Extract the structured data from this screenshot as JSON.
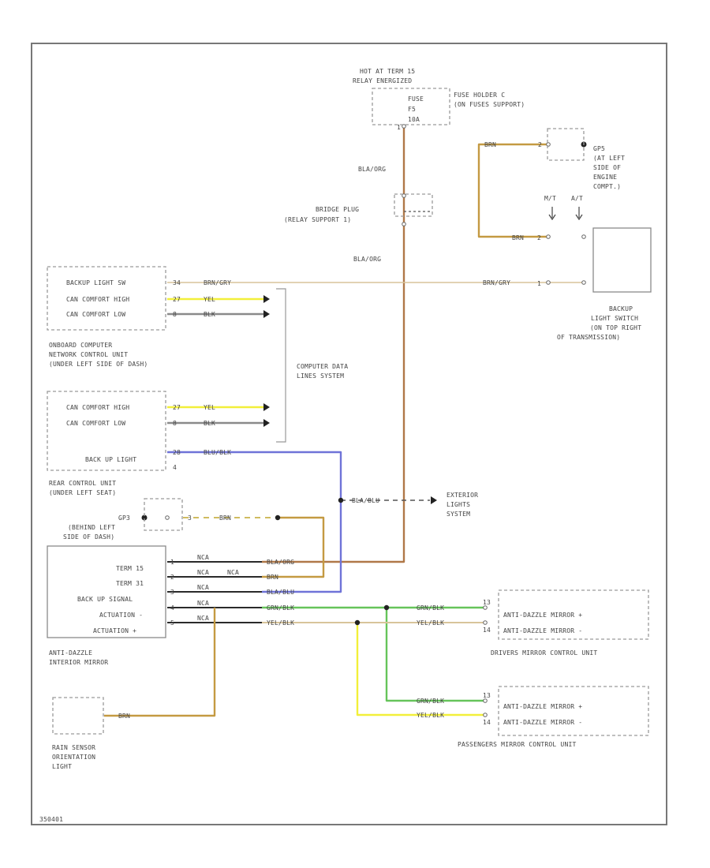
{
  "diagram": {
    "doc_id": "350401",
    "colors": {
      "brown_orange": "#b07848",
      "brown": "#c49a42",
      "tan": "#d8c49a",
      "yellow": "#f2ef3a",
      "blue": "#6f73d8",
      "green": "#66c45a",
      "black": "#2a2a2a",
      "grey": "#8a8a8a"
    },
    "fuse": {
      "title_line1": "HOT AT TERM 15",
      "title_line2": "RELAY ENERGIZED",
      "inner": [
        "FUSE",
        "F5",
        "10A"
      ],
      "holder": [
        "FUSE HOLDER C",
        "(ON FUSES SUPPORT)"
      ]
    },
    "wire_labels": {
      "bla_org_1": "BLA/ORG",
      "bla_org_2": "BLA/ORG",
      "brn_top": "BRN",
      "brn_mid": "BRN",
      "brn_gry_1": "BRN/GRY",
      "brn_gry_2": "BRN/GRY",
      "yel_1": "YEL",
      "blk_1": "BLK",
      "yel_2": "YEL",
      "blk_2": "BLK",
      "blu_blk": "BLU/BLK",
      "bla_blu": "BLA/BLU",
      "brn_gp": "BRN",
      "brn_rain": "BRN",
      "mir_bla_org": "BLA/ORG",
      "mir_brn": "BRN",
      "mir_bla_blu": "BLA/BLU",
      "mir_grn_blk": "GRN/BLK",
      "mir_yel_blk": "YEL/BLK",
      "drv_grn_blk": "GRN/BLK",
      "drv_yel_blk": "YEL/BLK",
      "pas_grn_blk": "GRN/BLK",
      "pas_yel_blk": "YEL/BLK",
      "wm1": "NCA",
      "wm2": "NCA",
      "wm3": "NCA",
      "wm4": "NCA",
      "wm5": "NCA",
      "wm_t31": "NCA"
    },
    "bridge_plug": [
      "BRIDGE PLUG",
      "(RELAY SUPPORT 1)"
    ],
    "ground_right": [
      "GP5",
      "(AT LEFT",
      "SIDE OF",
      "ENGINE",
      "COMPT.)"
    ],
    "trans_labels": {
      "mt": "M/T",
      "at": "A/T"
    },
    "backup_switch": [
      "BACKUP",
      "LIGHT SWITCH",
      "(ON TOP RIGHT",
      "OF TRANSMISSION)"
    ],
    "onboard": {
      "rows": [
        "BACKUP LIGHT SW",
        "CAN COMFORT HIGH",
        "CAN COMFORT LOW"
      ],
      "pins": [
        "34",
        "27",
        "8"
      ],
      "caption": [
        "ONBOARD COMPUTER",
        "NETWORK CONTROL UNIT",
        "(UNDER LEFT SIDE OF DASH)"
      ]
    },
    "data_lines": [
      "COMPUTER DATA",
      "LINES SYSTEM"
    ],
    "rear": {
      "rows": [
        "CAN COMFORT HIGH",
        "CAN COMFORT LOW",
        "BACK UP LIGHT"
      ],
      "pins": [
        "27",
        "8",
        "28",
        "4"
      ],
      "caption": [
        "REAR CONTROL UNIT",
        "(UNDER LEFT SEAT)"
      ]
    },
    "exterior": [
      "EXTERIOR",
      "LIGHTS",
      "SYSTEM"
    ],
    "ground_left": {
      "id": "GP3",
      "lines": [
        "(BEHIND LEFT",
        "SIDE OF DASH)"
      ],
      "pin": "3"
    },
    "mirror": {
      "rows": [
        "TERM 15",
        "TERM 31",
        "BACK UP SIGNAL",
        "ACTUATION -",
        "ACTUATION +"
      ],
      "pins": [
        "1",
        "2",
        "3",
        "4",
        "5"
      ],
      "caption": [
        "ANTI-DAZZLE",
        "INTERIOR MIRROR"
      ]
    },
    "driver_unit": {
      "rows": [
        "ANTI-DAZZLE MIRROR +",
        "ANTI-DAZZLE MIRROR -"
      ],
      "pins": [
        "13",
        "14"
      ],
      "caption": "DRIVERS MIRROR CONTROL UNIT"
    },
    "passenger_unit": {
      "rows": [
        "ANTI-DAZZLE MIRROR +",
        "ANTI-DAZZLE MIRROR -"
      ],
      "pins": [
        "13",
        "14"
      ],
      "caption": "PASSENGERS MIRROR CONTROL UNIT"
    },
    "rain_sensor": [
      "RAIN SENSOR",
      "ORIENTATION",
      "LIGHT"
    ],
    "pins_misc": {
      "fuse_pin": "1",
      "gp5_pin": "2",
      "sw_pin1": "2",
      "sw_pin2": "1"
    }
  }
}
